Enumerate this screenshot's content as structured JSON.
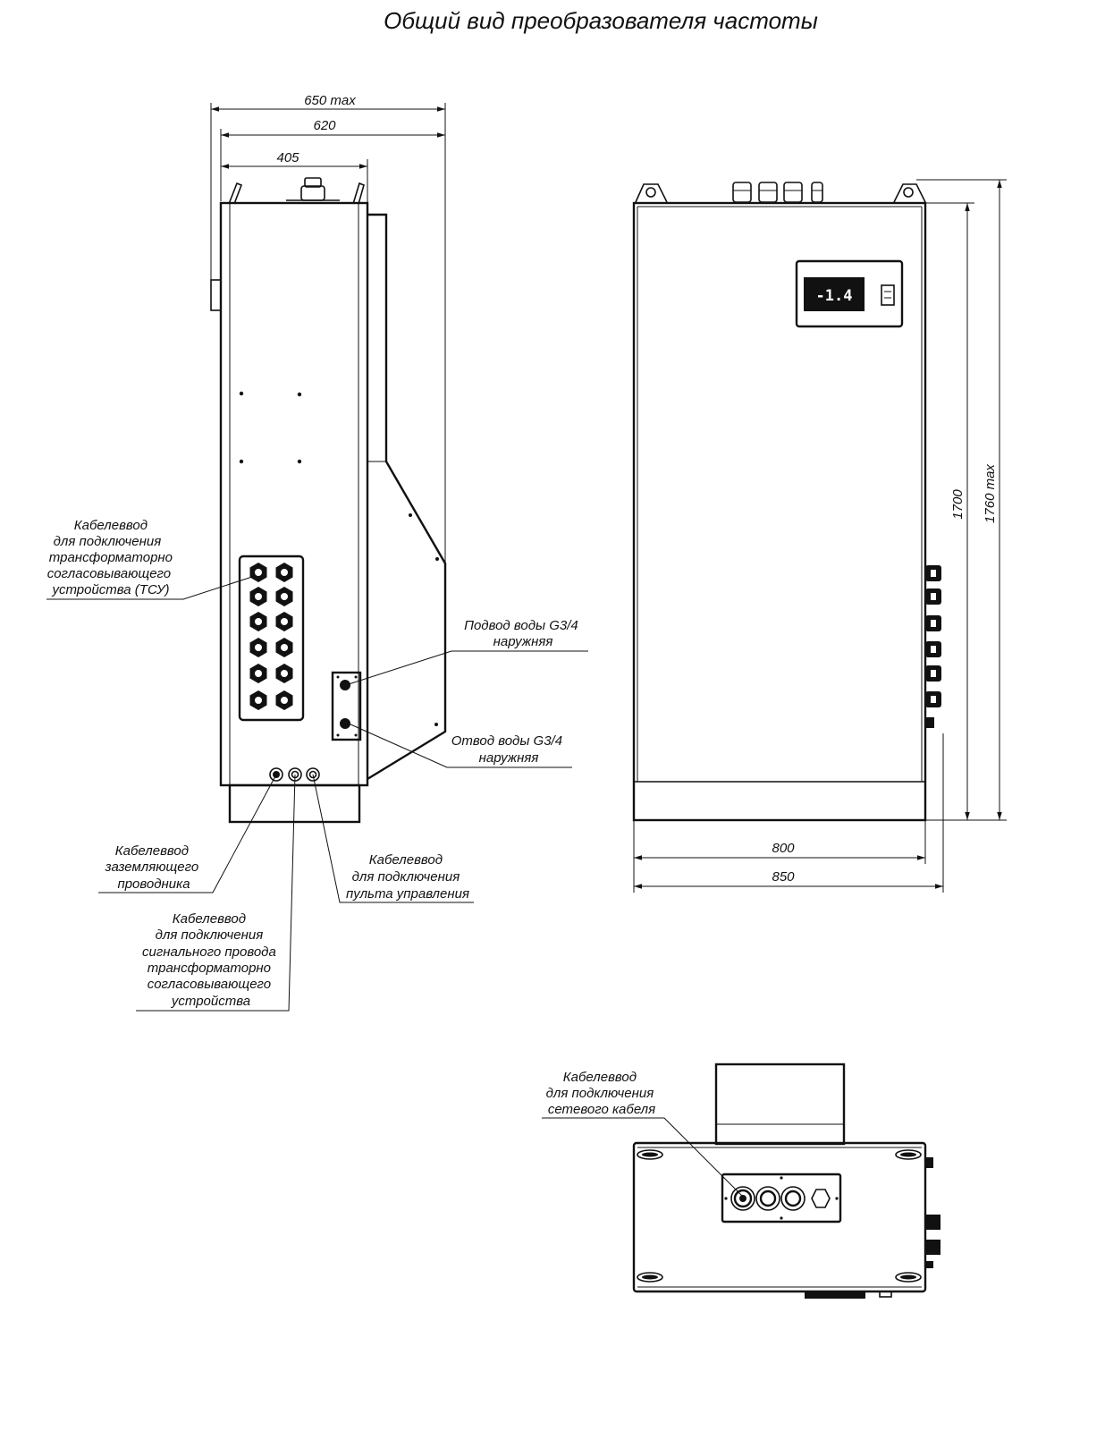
{
  "title": "Общий вид преобразователя частоты",
  "dimensions": {
    "side_650": "650 max",
    "side_620": "620",
    "side_405": "405",
    "front_1700": "1700",
    "front_1760": "1760 max",
    "front_800": "800",
    "front_850": "850"
  },
  "display": {
    "readout": "-1.4"
  },
  "labels": {
    "tsu_gland": [
      "Кабелеввод",
      "для подключения",
      "трансформаторно",
      "согласовывающего",
      "устройства (ТСУ)"
    ],
    "water_in": [
      "Подвод воды G3/4",
      "наружняя"
    ],
    "water_out": [
      "Отвод воды G3/4",
      "наружняя"
    ],
    "ground_gland": [
      "Кабелеввод",
      "заземляющего",
      "проводника"
    ],
    "remote_gland": [
      "Кабелеввод",
      "для подключения",
      "пульта управления"
    ],
    "signal_gland": [
      "Кабелеввод",
      "для подключения",
      "сигнального провода",
      "трансформаторно",
      "согласовывающего",
      "устройства"
    ],
    "mains_gland": [
      "Кабелеввод",
      "для подключения",
      "сетевого кабеля"
    ]
  },
  "colors": {
    "line": "#111111",
    "background": "#ffffff"
  }
}
